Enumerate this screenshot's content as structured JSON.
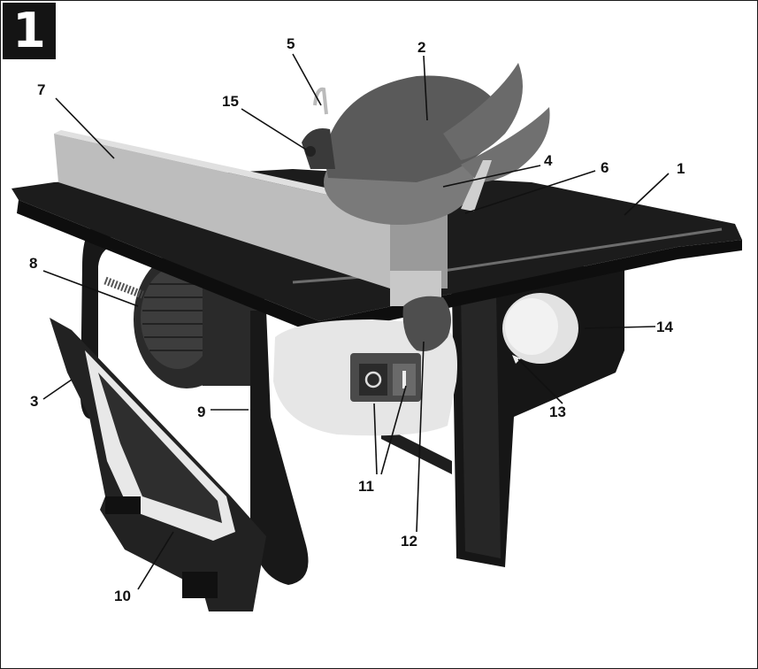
{
  "figure": {
    "number": "1",
    "subject": "table saw",
    "callouts": [
      "1",
      "2",
      "3",
      "4",
      "5",
      "6",
      "7",
      "8",
      "9",
      "10",
      "11",
      "12",
      "13",
      "14",
      "15"
    ]
  },
  "colors": {
    "ink": "#141414",
    "table": "#1c1c1c",
    "fence": "#b9b9b9",
    "guard": "#5a5a5a",
    "motor_housing": "#e6e6e6"
  }
}
